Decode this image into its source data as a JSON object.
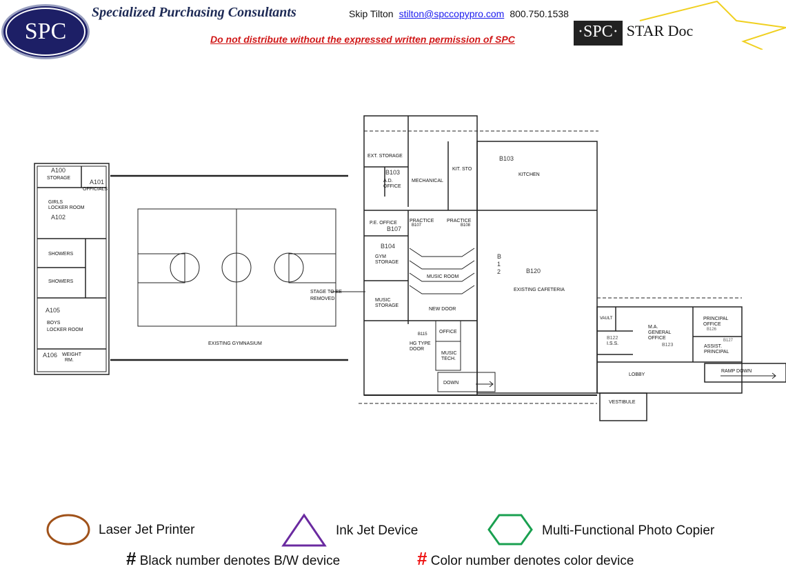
{
  "header": {
    "logo_text": "SPC",
    "company": "Specialized Purchasing Consultants",
    "contact_name": "Skip Tilton",
    "email": "stilton@spccopypro.com",
    "phone": "800.750.1538",
    "warning": "Do not distribute without the expressed written permission of SPC",
    "stardoc_left": "·SPC·",
    "stardoc_right": "STAR Doc"
  },
  "rooms": [
    "A100",
    "STORAGE",
    "A101",
    "OFFICIALS",
    "GIRLS",
    "LOCKER ROOM",
    "A102",
    "SHOWERS",
    "SHOWERS",
    "A105",
    "BOYS",
    "LOCKER ROOM",
    "A106",
    "WEIGHT",
    "RM.",
    "EXISTING GYMNASIUM",
    "STAGE TO BE",
    "REMOVED",
    "EXT. STORAGE",
    "B103",
    "A.D.",
    "OFFICE",
    "MECHANICAL",
    "KIT. STO",
    "B103",
    "KITCHEN",
    "P.E. OFFICE",
    "B107",
    "PRACTICE",
    "B107",
    "PRACTICE",
    "B108",
    "B104",
    "GYM",
    "STORAGE",
    "MUSIC ROOM",
    "MUSIC",
    "STORAGE",
    "NEW DOOR",
    "B115",
    "HG TYPE",
    "DOOR",
    "OFFICE",
    "MUSIC",
    "TECH.",
    "DOWN",
    "B",
    "1",
    "2",
    "B120",
    "EXISTING CAFETERIA",
    "VAULT",
    "M.A.",
    "GENERAL",
    "OFFICE",
    "B123",
    "B122",
    "I.S.S.",
    "PRINCIPAL",
    "OFFICE",
    "B126",
    "B127",
    "ASSIST.",
    "PRINCIPAL",
    "LOBBY",
    "RAMP DOWN",
    "VESTIBULE"
  ],
  "legend": {
    "laser": "Laser Jet Printer",
    "inkjet": "Ink Jet Device",
    "mfp": "Multi-Functional Photo Copier",
    "hash": "#",
    "bw": "Black number denotes B/W device",
    "color": "Color number denotes color device",
    "colors": {
      "laser": "#a0521a",
      "inkjet": "#6a2aa0",
      "mfp": "#1aa050",
      "color_hash": "#ee1111"
    }
  }
}
